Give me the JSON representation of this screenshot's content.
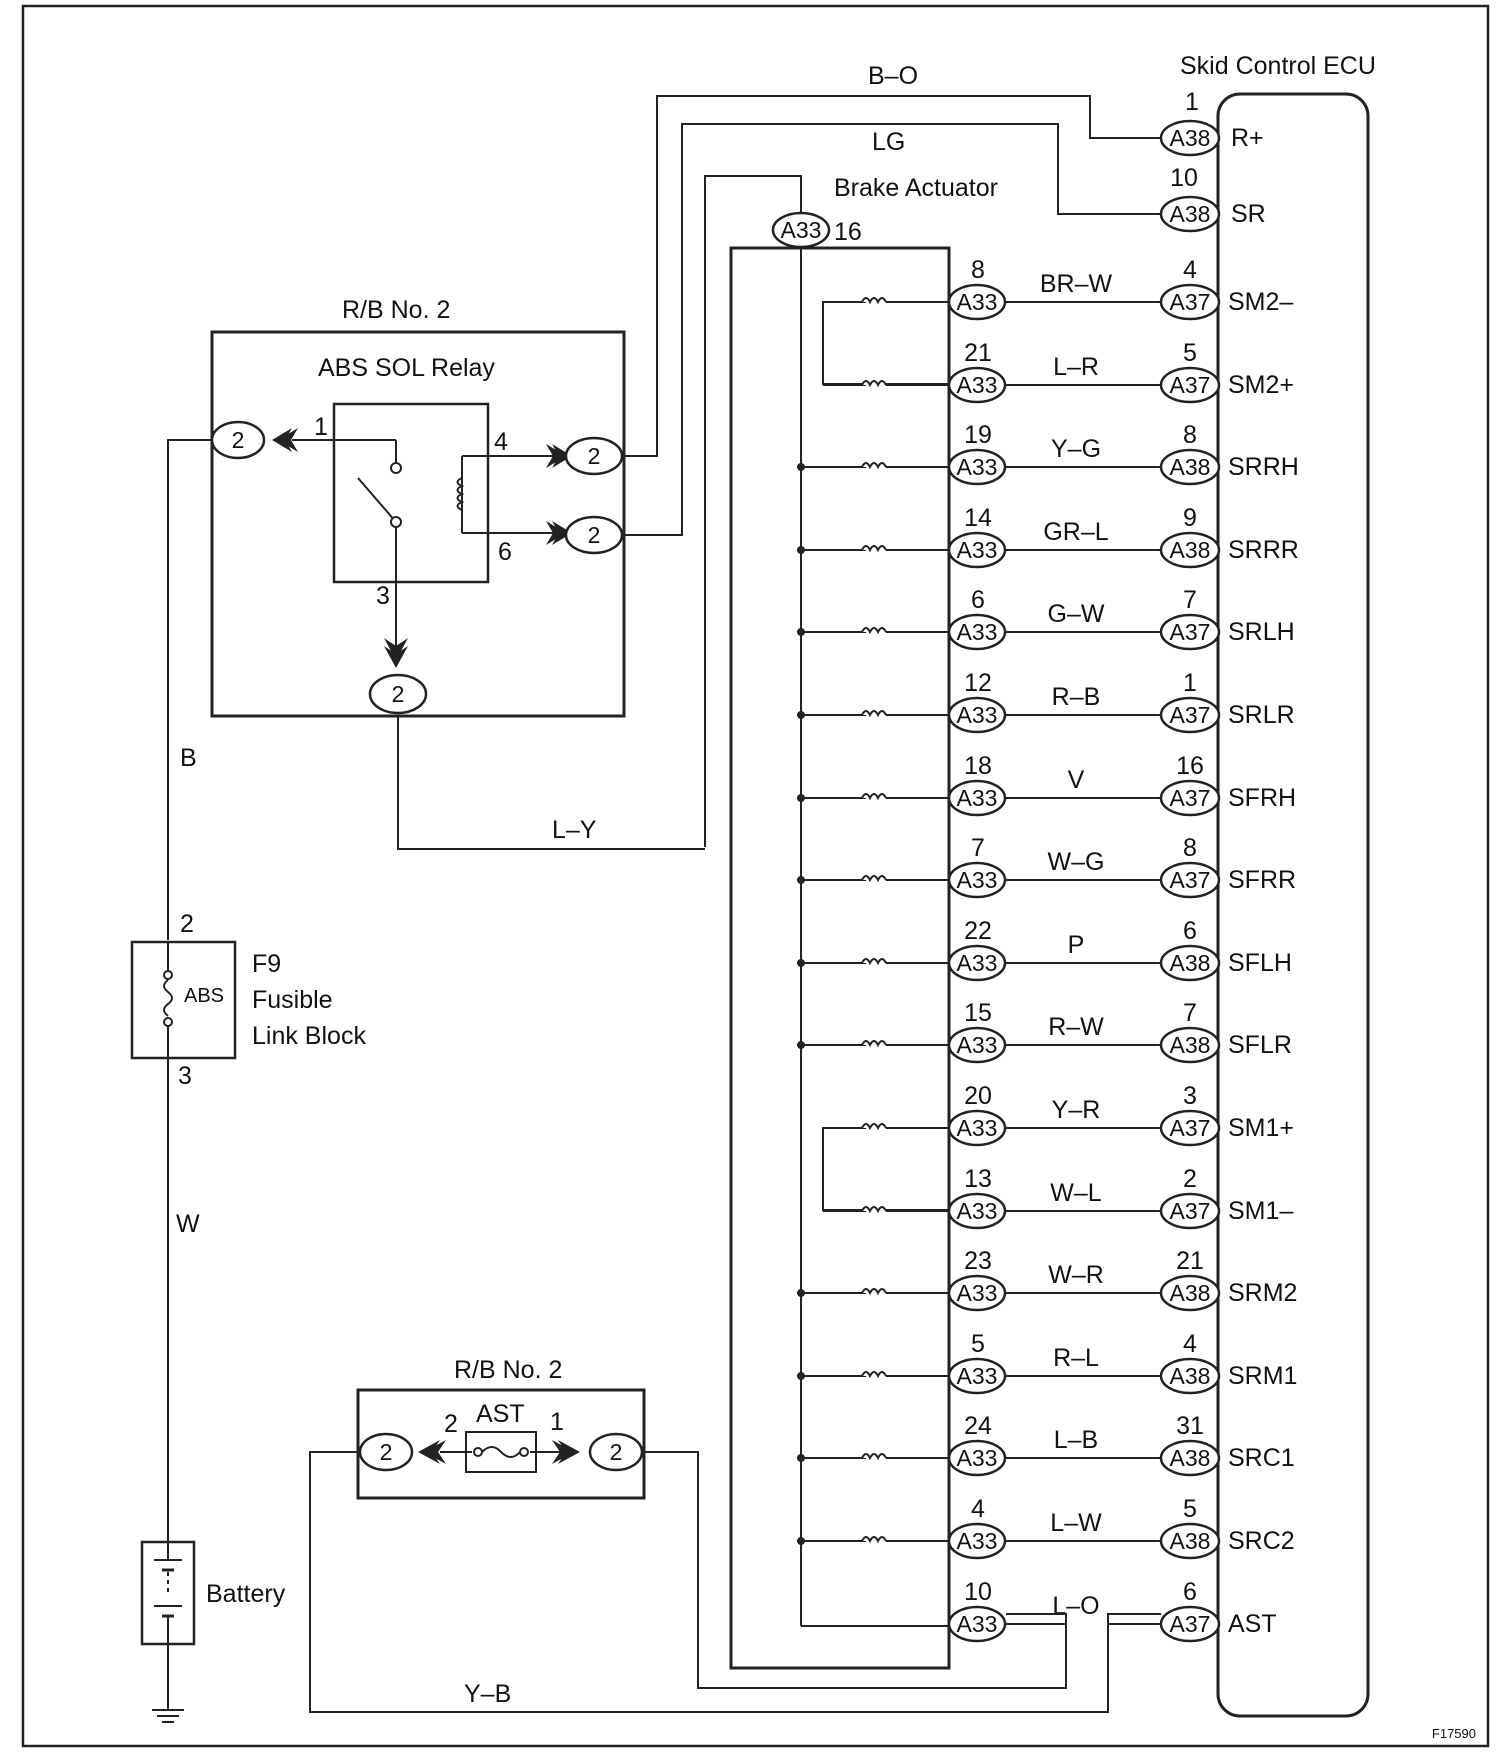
{
  "ecu": {
    "title": "Skid Control ECU"
  },
  "actuator": {
    "title": "Brake Actuator",
    "pin16_connector": "A33",
    "pin16_number": "16"
  },
  "rb_top": {
    "title": "R/B No. 2",
    "relay_title": "ABS SOL Relay",
    "pin1": "1",
    "pin3": "3",
    "pin4": "4",
    "pin6": "6",
    "conn": "2"
  },
  "rb_bottom": {
    "title": "R/B No. 2",
    "fuse_name": "AST",
    "pin_left": "2",
    "pin_right": "1",
    "conn": "2"
  },
  "fusible": {
    "pin_top": "2",
    "pin_bottom": "3",
    "fuse_name": "ABS",
    "id": "F9",
    "line1": "Fusible",
    "line2": "Link Block"
  },
  "battery": {
    "label": "Battery"
  },
  "wires": {
    "top1": "B–O",
    "top2": "LG",
    "relay_out": "L–Y",
    "left_b": "B",
    "left_w": "W",
    "bottom": "Y–B"
  },
  "ecu_top_pins": [
    {
      "connector": "A38",
      "pin": "1",
      "signal": "R+"
    },
    {
      "connector": "A38",
      "pin": "10",
      "signal": "SR"
    }
  ],
  "rows": [
    {
      "act_connector": "A33",
      "act_pin": "8",
      "wire": "BR–W",
      "ecu_connector": "A37",
      "ecu_pin": "4",
      "signal": "SM2–"
    },
    {
      "act_connector": "A33",
      "act_pin": "21",
      "wire": "L–R",
      "ecu_connector": "A37",
      "ecu_pin": "5",
      "signal": "SM2+"
    },
    {
      "act_connector": "A33",
      "act_pin": "19",
      "wire": "Y–G",
      "ecu_connector": "A38",
      "ecu_pin": "8",
      "signal": "SRRH"
    },
    {
      "act_connector": "A33",
      "act_pin": "14",
      "wire": "GR–L",
      "ecu_connector": "A38",
      "ecu_pin": "9",
      "signal": "SRRR"
    },
    {
      "act_connector": "A33",
      "act_pin": "6",
      "wire": "G–W",
      "ecu_connector": "A37",
      "ecu_pin": "7",
      "signal": "SRLH"
    },
    {
      "act_connector": "A33",
      "act_pin": "12",
      "wire": "R–B",
      "ecu_connector": "A37",
      "ecu_pin": "1",
      "signal": "SRLR"
    },
    {
      "act_connector": "A33",
      "act_pin": "18",
      "wire": "V",
      "ecu_connector": "A37",
      "ecu_pin": "16",
      "signal": "SFRH"
    },
    {
      "act_connector": "A33",
      "act_pin": "7",
      "wire": "W–G",
      "ecu_connector": "A37",
      "ecu_pin": "8",
      "signal": "SFRR"
    },
    {
      "act_connector": "A33",
      "act_pin": "22",
      "wire": "P",
      "ecu_connector": "A38",
      "ecu_pin": "6",
      "signal": "SFLH"
    },
    {
      "act_connector": "A33",
      "act_pin": "15",
      "wire": "R–W",
      "ecu_connector": "A38",
      "ecu_pin": "7",
      "signal": "SFLR"
    },
    {
      "act_connector": "A33",
      "act_pin": "20",
      "wire": "Y–R",
      "ecu_connector": "A37",
      "ecu_pin": "3",
      "signal": "SM1+"
    },
    {
      "act_connector": "A33",
      "act_pin": "13",
      "wire": "W–L",
      "ecu_connector": "A37",
      "ecu_pin": "2",
      "signal": "SM1–"
    },
    {
      "act_connector": "A33",
      "act_pin": "23",
      "wire": "W–R",
      "ecu_connector": "A38",
      "ecu_pin": "21",
      "signal": "SRM2"
    },
    {
      "act_connector": "A33",
      "act_pin": "5",
      "wire": "R–L",
      "ecu_connector": "A38",
      "ecu_pin": "4",
      "signal": "SRM1"
    },
    {
      "act_connector": "A33",
      "act_pin": "24",
      "wire": "L–B",
      "ecu_connector": "A38",
      "ecu_pin": "31",
      "signal": "SRC1"
    },
    {
      "act_connector": "A33",
      "act_pin": "4",
      "wire": "L–W",
      "ecu_connector": "A38",
      "ecu_pin": "5",
      "signal": "SRC2"
    },
    {
      "act_connector": "A33",
      "act_pin": "10",
      "wire": "L–O",
      "ecu_connector": "A37",
      "ecu_pin": "6",
      "signal": "AST"
    }
  ],
  "figure_id": "F17590"
}
